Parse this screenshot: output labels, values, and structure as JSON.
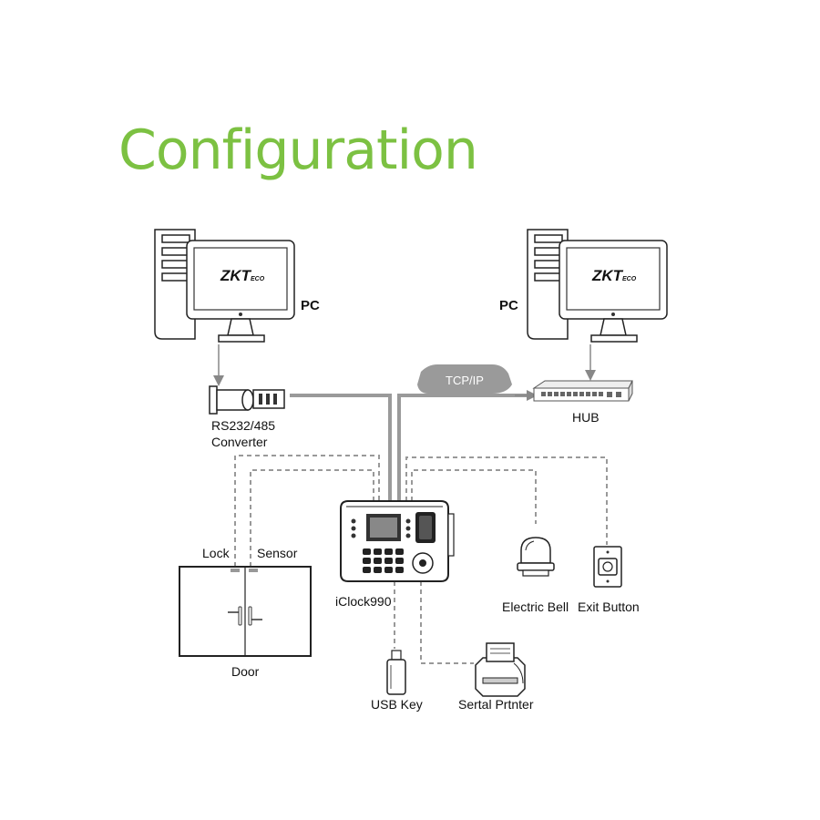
{
  "title": "Configuration",
  "nodes": {
    "pc_left": {
      "label": "PC",
      "brand": "ZKT",
      "brand_suffix": "ECO"
    },
    "pc_right": {
      "label": "PC",
      "brand": "ZKT",
      "brand_suffix": "ECO"
    },
    "converter": {
      "label_line1": "RS232/485",
      "label_line2": "Converter"
    },
    "hub": {
      "label": "HUB"
    },
    "network": {
      "label": "TCP/IP"
    },
    "device": {
      "label": "iClock990"
    },
    "lock": {
      "label": "Lock"
    },
    "sensor": {
      "label": "Sensor"
    },
    "door": {
      "label": "Door"
    },
    "bell": {
      "label": "Electric Bell"
    },
    "exit_button": {
      "label": "Exit Button"
    },
    "usb_key": {
      "label": "USB Key"
    },
    "printer": {
      "label": "Sertal Prtnter"
    }
  }
}
